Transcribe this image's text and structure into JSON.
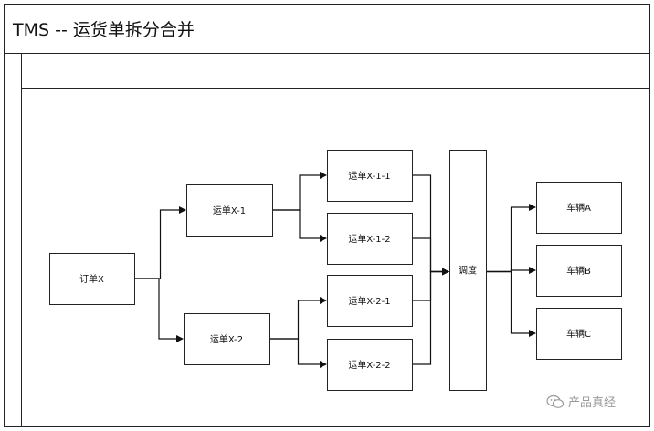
{
  "header": {
    "title": "TMS -- 运货单拆分合并"
  },
  "diagram": {
    "nodes": [
      {
        "id": "order-x",
        "label": "订单X"
      },
      {
        "id": "waybill-x1",
        "label": "运单X-1"
      },
      {
        "id": "waybill-x2",
        "label": "运单X-2"
      },
      {
        "id": "waybill-x1-1",
        "label": "运单X-1-1"
      },
      {
        "id": "waybill-x1-2",
        "label": "运单X-1-2"
      },
      {
        "id": "waybill-x2-1",
        "label": "运单X-2-1"
      },
      {
        "id": "waybill-x2-2",
        "label": "运单X-2-2"
      },
      {
        "id": "dispatch",
        "label": "调度"
      },
      {
        "id": "vehicle-a",
        "label": "车辆A"
      },
      {
        "id": "vehicle-b",
        "label": "车辆B"
      },
      {
        "id": "vehicle-c",
        "label": "车辆C"
      }
    ],
    "edges": [
      {
        "from": "order-x",
        "to": "waybill-x1"
      },
      {
        "from": "order-x",
        "to": "waybill-x2"
      },
      {
        "from": "waybill-x1",
        "to": "waybill-x1-1"
      },
      {
        "from": "waybill-x1",
        "to": "waybill-x1-2"
      },
      {
        "from": "waybill-x2",
        "to": "waybill-x2-1"
      },
      {
        "from": "waybill-x2",
        "to": "waybill-x2-2"
      },
      {
        "from": "waybill-x1-1",
        "to": "dispatch"
      },
      {
        "from": "waybill-x1-2",
        "to": "dispatch"
      },
      {
        "from": "waybill-x2-1",
        "to": "dispatch"
      },
      {
        "from": "waybill-x2-2",
        "to": "dispatch"
      },
      {
        "from": "dispatch",
        "to": "vehicle-a"
      },
      {
        "from": "dispatch",
        "to": "vehicle-b"
      },
      {
        "from": "dispatch",
        "to": "vehicle-c"
      }
    ]
  },
  "watermark": {
    "text": "产品真经",
    "icon": "wechat-icon"
  }
}
